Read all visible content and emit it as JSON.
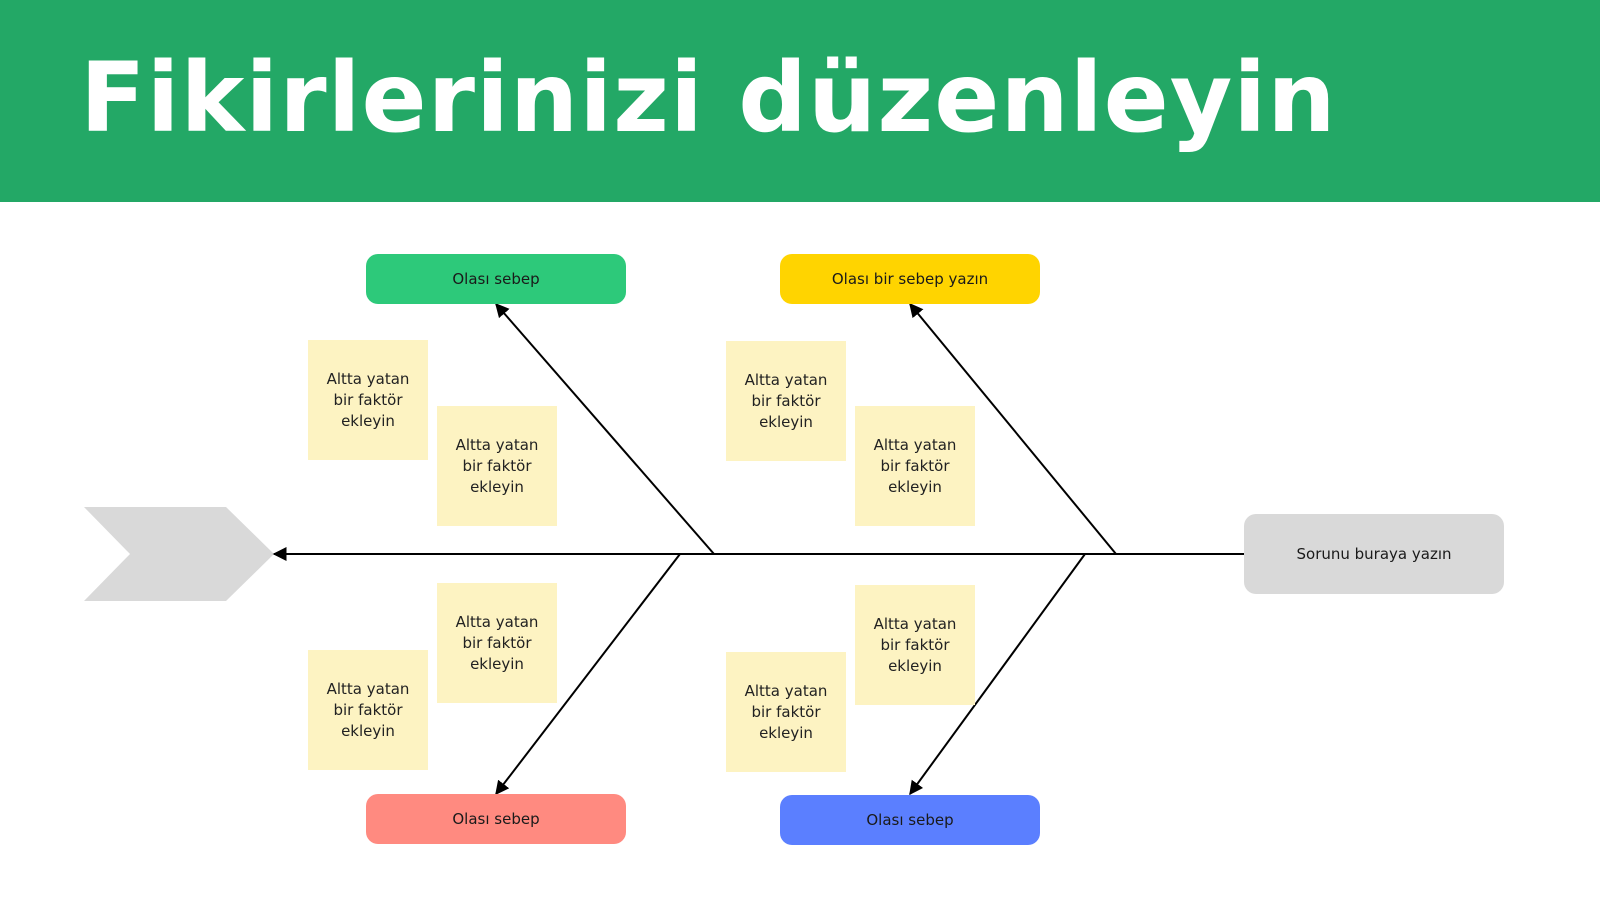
{
  "title": "Fikirlerinizi düzenleyin",
  "colors": {
    "banner": "#23a866",
    "cause_top_left": "#2dc97a",
    "cause_top_right": "#ffd400",
    "cause_bottom_left": "#ff8a80",
    "cause_bottom_right": "#5b7fff",
    "sticky_note": "#fdf3c2",
    "problem_box": "#d9d9d9",
    "head_arrow": "#d9d9d9"
  },
  "causes": {
    "top_left": "Olası sebep",
    "top_right": "Olası bir sebep yazın",
    "bottom_left": "Olası sebep",
    "bottom_right": "Olası sebep"
  },
  "notes": [
    "Altta yatan bir faktör ekleyin",
    "Altta yatan bir faktör ekleyin",
    "Altta yatan bir faktör ekleyin",
    "Altta yatan bir faktör ekleyin",
    "Altta yatan bir faktör ekleyin",
    "Altta yatan bir faktör ekleyin",
    "Altta yatan bir faktör ekleyin",
    "Altta yatan bir faktör ekleyin"
  ],
  "problem": "Sorunu buraya yazın"
}
